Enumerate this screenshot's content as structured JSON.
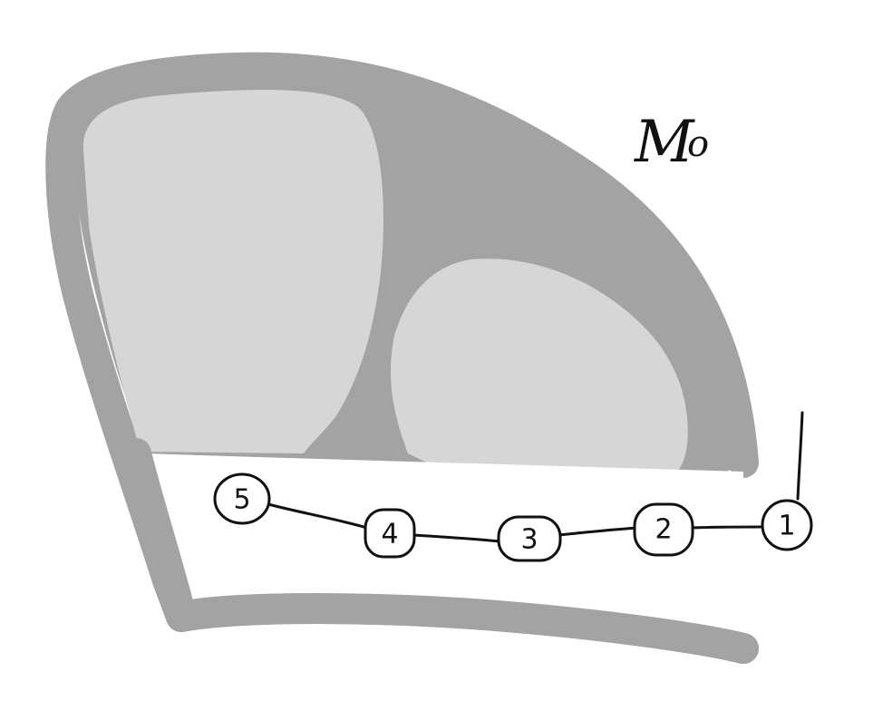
{
  "label": {
    "main": "M",
    "sub": "o"
  },
  "colors": {
    "background": "#ffffff",
    "dark_region": "#a3a3a3",
    "light_region": "#d6d6d6",
    "ink": "#111111"
  },
  "nodes": [
    {
      "id": "1",
      "label": "1"
    },
    {
      "id": "2",
      "label": "2"
    },
    {
      "id": "3",
      "label": "3"
    },
    {
      "id": "4",
      "label": "4"
    },
    {
      "id": "5",
      "label": "5"
    }
  ]
}
